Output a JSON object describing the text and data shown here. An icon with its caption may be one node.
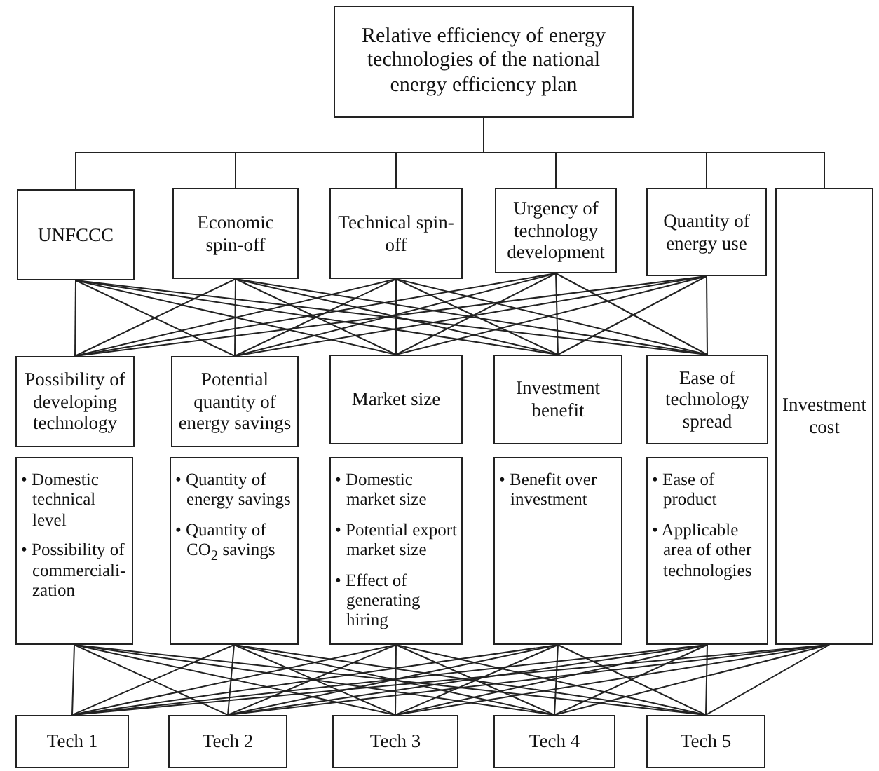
{
  "diagram": {
    "nodes": [
      {
        "text": [
          "Relative efficiency of energy technologies of the national energy efficiency plan"
        ]
      },
      {
        "text": [
          "UNFCCC"
        ]
      },
      {
        "text": [
          "Economic spin-off"
        ]
      },
      {
        "text": [
          "Technical spin-off"
        ]
      },
      {
        "text": [
          "Urgency of technology development"
        ]
      },
      {
        "text": [
          "Quantity of energy use"
        ]
      },
      {
        "text": [
          "Investment cost"
        ]
      },
      {
        "text": [
          "Possibility of developing technology"
        ]
      },
      {
        "text": [
          "Potential quantity of energy savings"
        ]
      },
      {
        "text": [
          "Market size"
        ]
      },
      {
        "text": [
          "Investment benefit"
        ]
      },
      {
        "text": [
          "Ease of technology spread"
        ]
      },
      {
        "text": [
          "• Domestic technical level",
          "• Possibility of commerciali-zation"
        ]
      },
      {
        "text": [
          "• Quantity of energy savings",
          "• Quantity of CO$_{2}$ savings"
        ]
      },
      {
        "text": [
          "• Domestic market size",
          "• Potential export market size",
          "• Effect of generating hiring"
        ]
      },
      {
        "text": [
          "• Benefit over investment"
        ]
      },
      {
        "text": [
          "• Ease of product",
          "• Applicable area of other technologies"
        ]
      },
      {
        "text": [
          "Tech 1"
        ]
      },
      {
        "text": [
          "Tech 2"
        ]
      },
      {
        "text": [
          "Tech 3"
        ]
      },
      {
        "text": [
          "Tech 4"
        ]
      },
      {
        "text": [
          "Tech 5"
        ]
      }
    ],
    "edges": [
      {
        "from": 0,
        "to": 1,
        "arrow": "none"
      },
      {
        "from": 0,
        "to": 2,
        "arrow": "none"
      },
      {
        "from": 0,
        "to": 3,
        "arrow": "none"
      },
      {
        "from": 0,
        "to": 4,
        "arrow": "none"
      },
      {
        "from": 0,
        "to": 5,
        "arrow": "none"
      },
      {
        "from": 0,
        "to": 6,
        "arrow": "none"
      },
      {
        "from": 1,
        "to": 7,
        "arrow": "none"
      },
      {
        "from": 1,
        "to": 8,
        "arrow": "none"
      },
      {
        "from": 1,
        "to": 9,
        "arrow": "none"
      },
      {
        "from": 1,
        "to": 10,
        "arrow": "none"
      },
      {
        "from": 1,
        "to": 11,
        "arrow": "none"
      },
      {
        "from": 2,
        "to": 7,
        "arrow": "none"
      },
      {
        "from": 2,
        "to": 8,
        "arrow": "none"
      },
      {
        "from": 2,
        "to": 9,
        "arrow": "none"
      },
      {
        "from": 2,
        "to": 10,
        "arrow": "none"
      },
      {
        "from": 2,
        "to": 11,
        "arrow": "none"
      },
      {
        "from": 3,
        "to": 7,
        "arrow": "none"
      },
      {
        "from": 3,
        "to": 8,
        "arrow": "none"
      },
      {
        "from": 3,
        "to": 9,
        "arrow": "none"
      },
      {
        "from": 3,
        "to": 10,
        "arrow": "none"
      },
      {
        "from": 3,
        "to": 11,
        "arrow": "none"
      },
      {
        "from": 4,
        "to": 7,
        "arrow": "none"
      },
      {
        "from": 4,
        "to": 8,
        "arrow": "none"
      },
      {
        "from": 4,
        "to": 9,
        "arrow": "none"
      },
      {
        "from": 4,
        "to": 10,
        "arrow": "none"
      },
      {
        "from": 4,
        "to": 11,
        "arrow": "none"
      },
      {
        "from": 5,
        "to": 7,
        "arrow": "none"
      },
      {
        "from": 5,
        "to": 8,
        "arrow": "none"
      },
      {
        "from": 5,
        "to": 9,
        "arrow": "none"
      },
      {
        "from": 5,
        "to": 10,
        "arrow": "none"
      },
      {
        "from": 5,
        "to": 11,
        "arrow": "none"
      },
      {
        "from": 12,
        "to": 17,
        "arrow": "none"
      },
      {
        "from": 12,
        "to": 18,
        "arrow": "none"
      },
      {
        "from": 12,
        "to": 19,
        "arrow": "none"
      },
      {
        "from": 12,
        "to": 20,
        "arrow": "none"
      },
      {
        "from": 12,
        "to": 21,
        "arrow": "none"
      },
      {
        "from": 13,
        "to": 17,
        "arrow": "none"
      },
      {
        "from": 13,
        "to": 18,
        "arrow": "none"
      },
      {
        "from": 13,
        "to": 19,
        "arrow": "none"
      },
      {
        "from": 13,
        "to": 20,
        "arrow": "none"
      },
      {
        "from": 13,
        "to": 21,
        "arrow": "none"
      },
      {
        "from": 14,
        "to": 17,
        "arrow": "none"
      },
      {
        "from": 14,
        "to": 18,
        "arrow": "none"
      },
      {
        "from": 14,
        "to": 19,
        "arrow": "none"
      },
      {
        "from": 14,
        "to": 20,
        "arrow": "none"
      },
      {
        "from": 14,
        "to": 21,
        "arrow": "none"
      },
      {
        "from": 15,
        "to": 17,
        "arrow": "none"
      },
      {
        "from": 15,
        "to": 18,
        "arrow": "none"
      },
      {
        "from": 15,
        "to": 19,
        "arrow": "none"
      },
      {
        "from": 15,
        "to": 20,
        "arrow": "none"
      },
      {
        "from": 15,
        "to": 21,
        "arrow": "none"
      },
      {
        "from": 16,
        "to": 17,
        "arrow": "none"
      },
      {
        "from": 16,
        "to": 18,
        "arrow": "none"
      },
      {
        "from": 16,
        "to": 19,
        "arrow": "none"
      },
      {
        "from": 16,
        "to": 20,
        "arrow": "none"
      },
      {
        "from": 16,
        "to": 21,
        "arrow": "none"
      },
      {
        "from": 6,
        "to": 17,
        "arrow": "none"
      },
      {
        "from": 6,
        "to": 18,
        "arrow": "none"
      },
      {
        "from": 6,
        "to": 19,
        "arrow": "none"
      },
      {
        "from": 6,
        "to": 20,
        "arrow": "none"
      },
      {
        "from": 6,
        "to": 21,
        "arrow": "none"
      }
    ]
  }
}
